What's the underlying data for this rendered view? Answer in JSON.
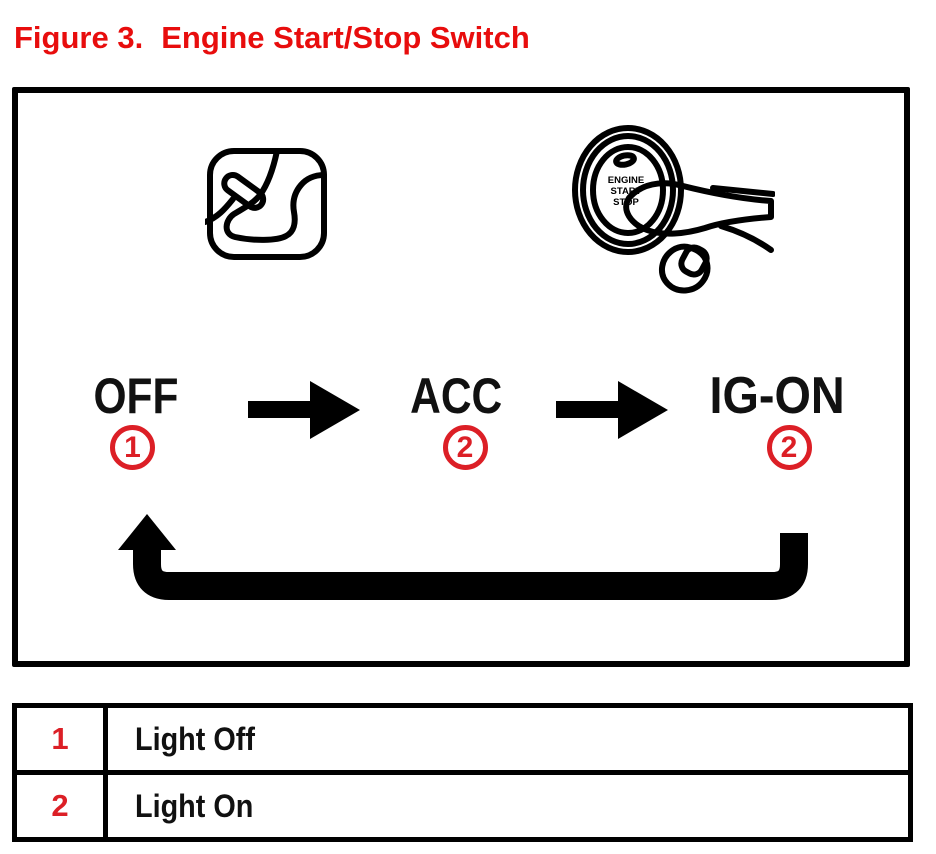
{
  "title": {
    "prefix": "Figure 3.",
    "main": "Engine Start/Stop Switch"
  },
  "diagram": {
    "states": [
      {
        "label": "OFF",
        "marker": "1"
      },
      {
        "label": "ACC",
        "marker": "2"
      },
      {
        "label": "IG-ON",
        "marker": "2"
      }
    ],
    "button_text": [
      "ENGINE",
      "START",
      "STOP"
    ]
  },
  "legend": [
    {
      "num": "1",
      "label": "Light Off"
    },
    {
      "num": "2",
      "label": "Light On"
    }
  ],
  "colors": {
    "title-red": "#e80d0d",
    "marker-red": "#dc1f26",
    "line-black": "#000000"
  }
}
